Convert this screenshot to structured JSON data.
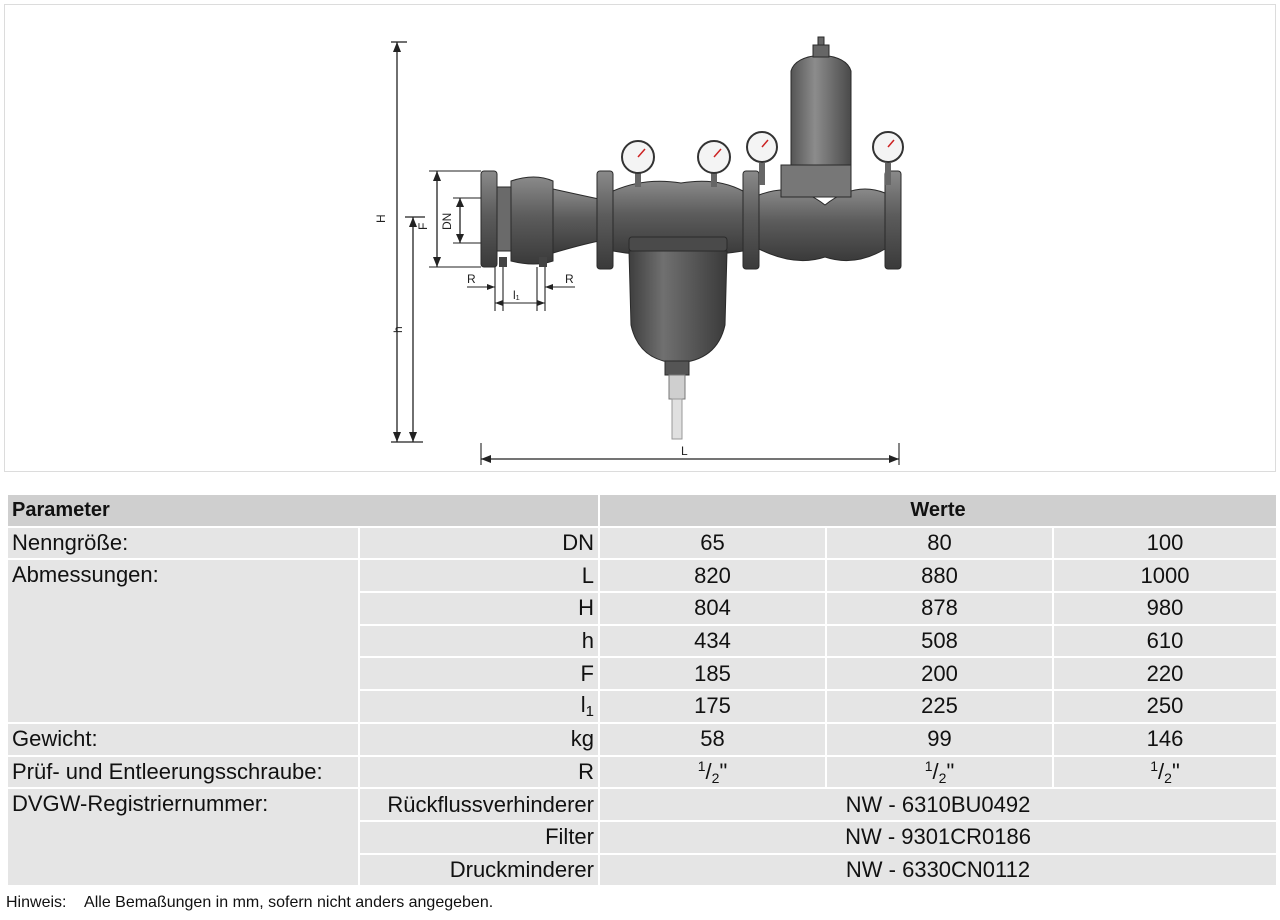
{
  "drawing": {
    "dimension_labels": {
      "H": "H",
      "h": "h",
      "F": "F",
      "DN": "DN",
      "R_left": "R",
      "R_right": "R",
      "l1": "l₁",
      "L": "L"
    },
    "colors": {
      "body": "#5a5a5a",
      "body_dark": "#3e3e3e",
      "line": "#222222"
    }
  },
  "table": {
    "header": {
      "parameter": "Parameter",
      "werte": "Werte"
    },
    "rows": {
      "nenngroesse": {
        "label": "Nenngröße:",
        "unit": "DN",
        "values": [
          "65",
          "80",
          "100"
        ]
      },
      "L": {
        "label": "Abmessungen:",
        "unit": "L",
        "values": [
          "820",
          "880",
          "1000"
        ]
      },
      "H": {
        "unit": "H",
        "values": [
          "804",
          "878",
          "980"
        ]
      },
      "h": {
        "unit": "h",
        "values": [
          "434",
          "508",
          "610"
        ]
      },
      "F": {
        "unit": "F",
        "values": [
          "185",
          "200",
          "220"
        ]
      },
      "l1": {
        "unit_main": "l",
        "unit_sub": "1",
        "values": [
          "175",
          "225",
          "250"
        ]
      },
      "gewicht": {
        "label": "Gewicht:",
        "unit": "kg",
        "values": [
          "58",
          "99",
          "146"
        ]
      },
      "pruef": {
        "label": "Prüf- und Entleerungsschraube:",
        "unit": "R",
        "values": [
          {
            "num": "1",
            "den": "2",
            "mark": "\""
          },
          {
            "num": "1",
            "den": "2",
            "mark": "\""
          },
          {
            "num": "1",
            "den": "2",
            "mark": "\""
          }
        ]
      },
      "dvgw1": {
        "label": "DVGW-Registriernummer:",
        "unit": "Rückflussverhinderer",
        "value": "NW - 6310BU0492"
      },
      "dvgw2": {
        "unit": "Filter",
        "value": "NW - 9301CR0186"
      },
      "dvgw3": {
        "unit": "Druckminderer",
        "value": "NW - 6330CN0112"
      }
    }
  },
  "footnote": {
    "label": "Hinweis:",
    "text": "Alle Bemaßungen in mm, sofern nicht anders angegeben."
  }
}
